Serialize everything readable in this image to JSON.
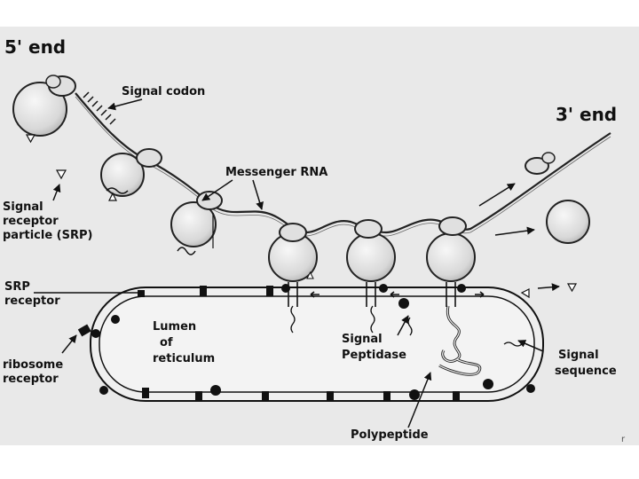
{
  "labels": {
    "five_prime": "5' end",
    "three_prime": "3' end",
    "signal_codon": "Signal codon",
    "messenger_rna": "Messenger RNA",
    "srp_line1": "Signal",
    "srp_line2": "receptor",
    "srp_line3": "particle (SRP)",
    "srp_receptor_line1": "SRP",
    "srp_receptor_line2": "receptor",
    "ribosome_receptor_line1": "ribosome",
    "ribosome_receptor_line2": "receptor",
    "lumen_line1": "Lumen",
    "lumen_line2": "of",
    "lumen_line3": "reticulum",
    "signal_peptidase_line1": "Signal",
    "signal_peptidase_line2": "Peptidase",
    "signal_sequence_line1": "Signal",
    "signal_sequence_line2": "sequence",
    "polypeptide": "Polypeptide",
    "corner_mark": "r"
  }
}
